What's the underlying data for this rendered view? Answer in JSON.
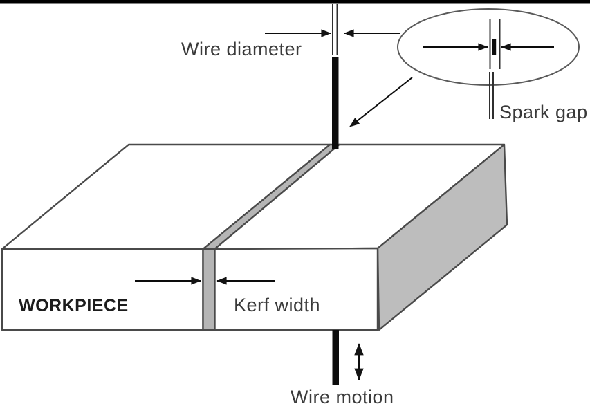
{
  "diagram": {
    "labels": {
      "wire_diameter": "Wire diameter",
      "spark_gap": "Spark gap",
      "workpiece": "WORKPIECE",
      "kerf_width": "Kerf width",
      "wire_motion": "Wire motion"
    },
    "colors": {
      "background": "#ffffff",
      "top_bar": "#000000",
      "outline": "#4a4a4a",
      "wire": "#0c0c0c",
      "kerf_fill": "#b5b5b5",
      "side_face_fill": "#bdbdbd",
      "text": "#3a3a3a"
    }
  }
}
